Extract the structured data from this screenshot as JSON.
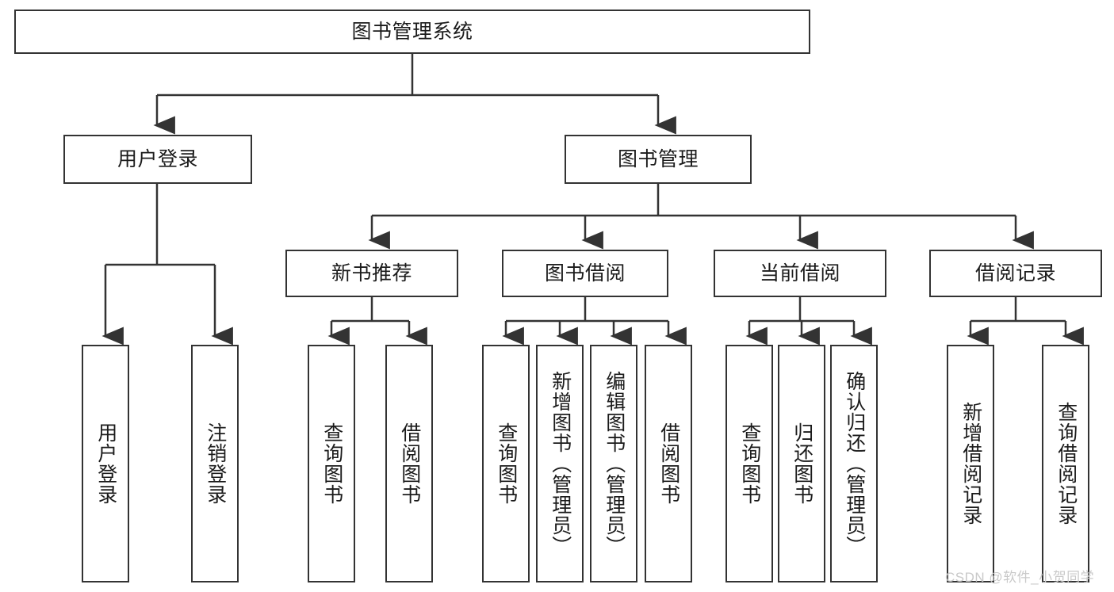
{
  "diagram": {
    "type": "tree",
    "title": "图书管理系统",
    "watermark": "CSDN @软件_小贺同学",
    "colors": {
      "border": "#333333",
      "background": "#ffffff",
      "text": "#1b1b1b",
      "edge": "#333333",
      "watermark": "#c9c9c9"
    },
    "nodes": {
      "root": {
        "label": "图书管理系统",
        "level": 1,
        "orientation": "horizontal"
      },
      "user_login": {
        "label": "用户登录",
        "level": 2,
        "orientation": "horizontal"
      },
      "book_manage": {
        "label": "图书管理",
        "level": 2,
        "orientation": "horizontal"
      },
      "new_book_rec": {
        "label": "新书推荐",
        "level": 3,
        "orientation": "horizontal"
      },
      "book_borrow": {
        "label": "图书借阅",
        "level": 3,
        "orientation": "horizontal"
      },
      "current_borrow": {
        "label": "当前借阅",
        "level": 3,
        "orientation": "horizontal"
      },
      "borrow_record": {
        "label": "借阅记录",
        "level": 3,
        "orientation": "horizontal"
      },
      "leaf_user_login": {
        "label": "用户登录",
        "level": 4,
        "orientation": "vertical"
      },
      "leaf_logout": {
        "label": "注销登录",
        "level": 4,
        "orientation": "vertical"
      },
      "leaf_query_book_1": {
        "label": "查询图书",
        "level": 4,
        "orientation": "vertical"
      },
      "leaf_borrow_book_1": {
        "label": "借阅图书",
        "level": 4,
        "orientation": "vertical"
      },
      "leaf_query_book_2": {
        "label": "查询图书",
        "level": 4,
        "orientation": "vertical"
      },
      "leaf_add_book": {
        "label": "新增图书（管理员）",
        "level": 4,
        "orientation": "vertical"
      },
      "leaf_edit_book": {
        "label": "编辑图书（管理员）",
        "level": 4,
        "orientation": "vertical"
      },
      "leaf_borrow_book_2": {
        "label": "借阅图书",
        "level": 4,
        "orientation": "vertical"
      },
      "leaf_query_book_3": {
        "label": "查询图书",
        "level": 4,
        "orientation": "vertical"
      },
      "leaf_return_book": {
        "label": "归还图书",
        "level": 4,
        "orientation": "vertical"
      },
      "leaf_confirm_return": {
        "label": "确认归还（管理员）",
        "level": 4,
        "orientation": "vertical"
      },
      "leaf_add_record": {
        "label": "新增借阅记录",
        "level": 4,
        "orientation": "vertical"
      },
      "leaf_query_record": {
        "label": "查询借阅记录",
        "level": 4,
        "orientation": "vertical"
      }
    },
    "edges": [
      {
        "from": "root",
        "to": "user_login"
      },
      {
        "from": "root",
        "to": "book_manage"
      },
      {
        "from": "book_manage",
        "to": "new_book_rec"
      },
      {
        "from": "book_manage",
        "to": "book_borrow"
      },
      {
        "from": "book_manage",
        "to": "current_borrow"
      },
      {
        "from": "book_manage",
        "to": "borrow_record"
      },
      {
        "from": "user_login",
        "to": "leaf_user_login"
      },
      {
        "from": "user_login",
        "to": "leaf_logout"
      },
      {
        "from": "new_book_rec",
        "to": "leaf_query_book_1"
      },
      {
        "from": "new_book_rec",
        "to": "leaf_borrow_book_1"
      },
      {
        "from": "book_borrow",
        "to": "leaf_query_book_2"
      },
      {
        "from": "book_borrow",
        "to": "leaf_add_book"
      },
      {
        "from": "book_borrow",
        "to": "leaf_edit_book"
      },
      {
        "from": "book_borrow",
        "to": "leaf_borrow_book_2"
      },
      {
        "from": "current_borrow",
        "to": "leaf_query_book_3"
      },
      {
        "from": "current_borrow",
        "to": "leaf_return_book"
      },
      {
        "from": "current_borrow",
        "to": "leaf_confirm_return"
      },
      {
        "from": "borrow_record",
        "to": "leaf_add_record"
      },
      {
        "from": "borrow_record",
        "to": "leaf_query_record"
      }
    ]
  }
}
